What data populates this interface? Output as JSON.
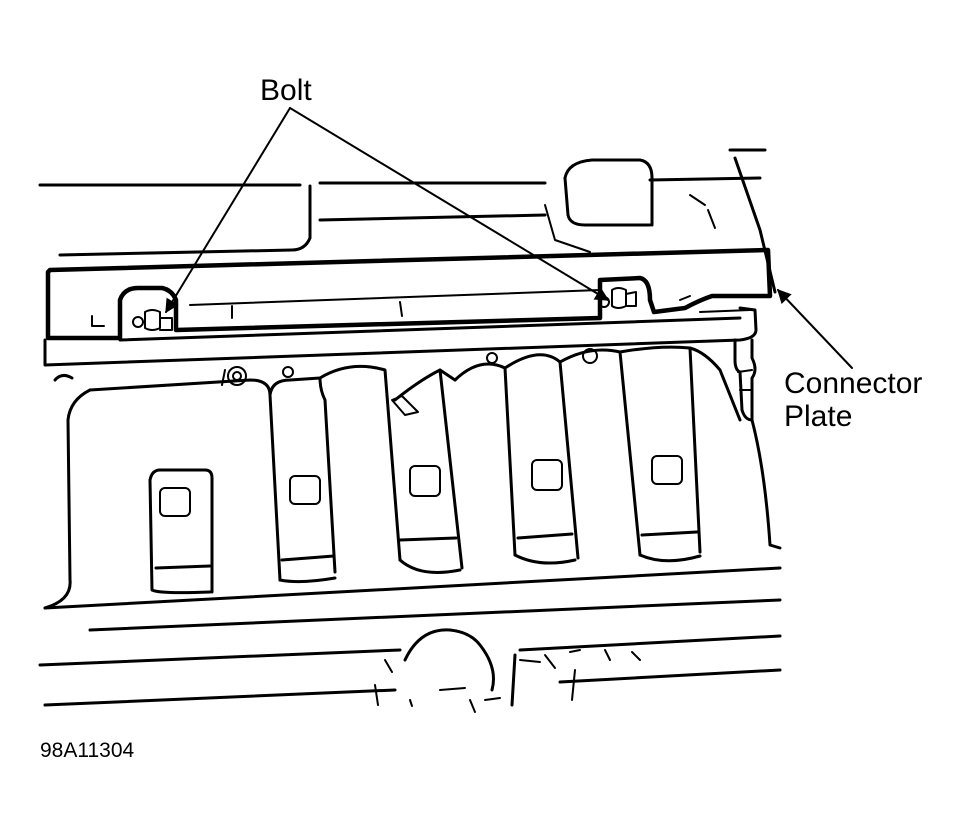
{
  "labels": {
    "bolt": "Bolt",
    "connector_line1": "Connector",
    "connector_line2": "Plate"
  },
  "figure_id": "98A11304"
}
